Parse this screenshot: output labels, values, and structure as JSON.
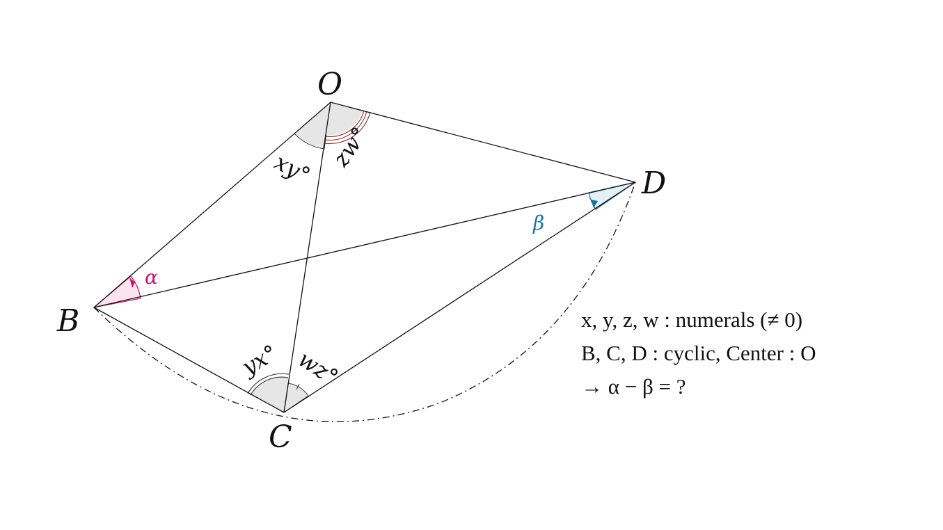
{
  "points": {
    "O": "O",
    "B": "B",
    "C": "C",
    "D": "D"
  },
  "angles": {
    "BOC": "xy°",
    "COD": "zw°",
    "BCO": "yx°",
    "OCD": "wz°",
    "alpha": "α",
    "beta": "β"
  },
  "notes": {
    "line1": "x, y, z, w :  numerals (≠ 0)",
    "line2": "B, C, D : cyclic,  Center :  O",
    "line3": "→ α − β = ?"
  },
  "colors": {
    "line": "#111111",
    "alpha": "#c2186b",
    "alpha_fill": "#fbe3ef",
    "beta": "#1a6e9c",
    "beta_fill": "#e3f0f8",
    "gray_fill": "#e6e6e6",
    "red_arc": "#8b3a3a"
  }
}
